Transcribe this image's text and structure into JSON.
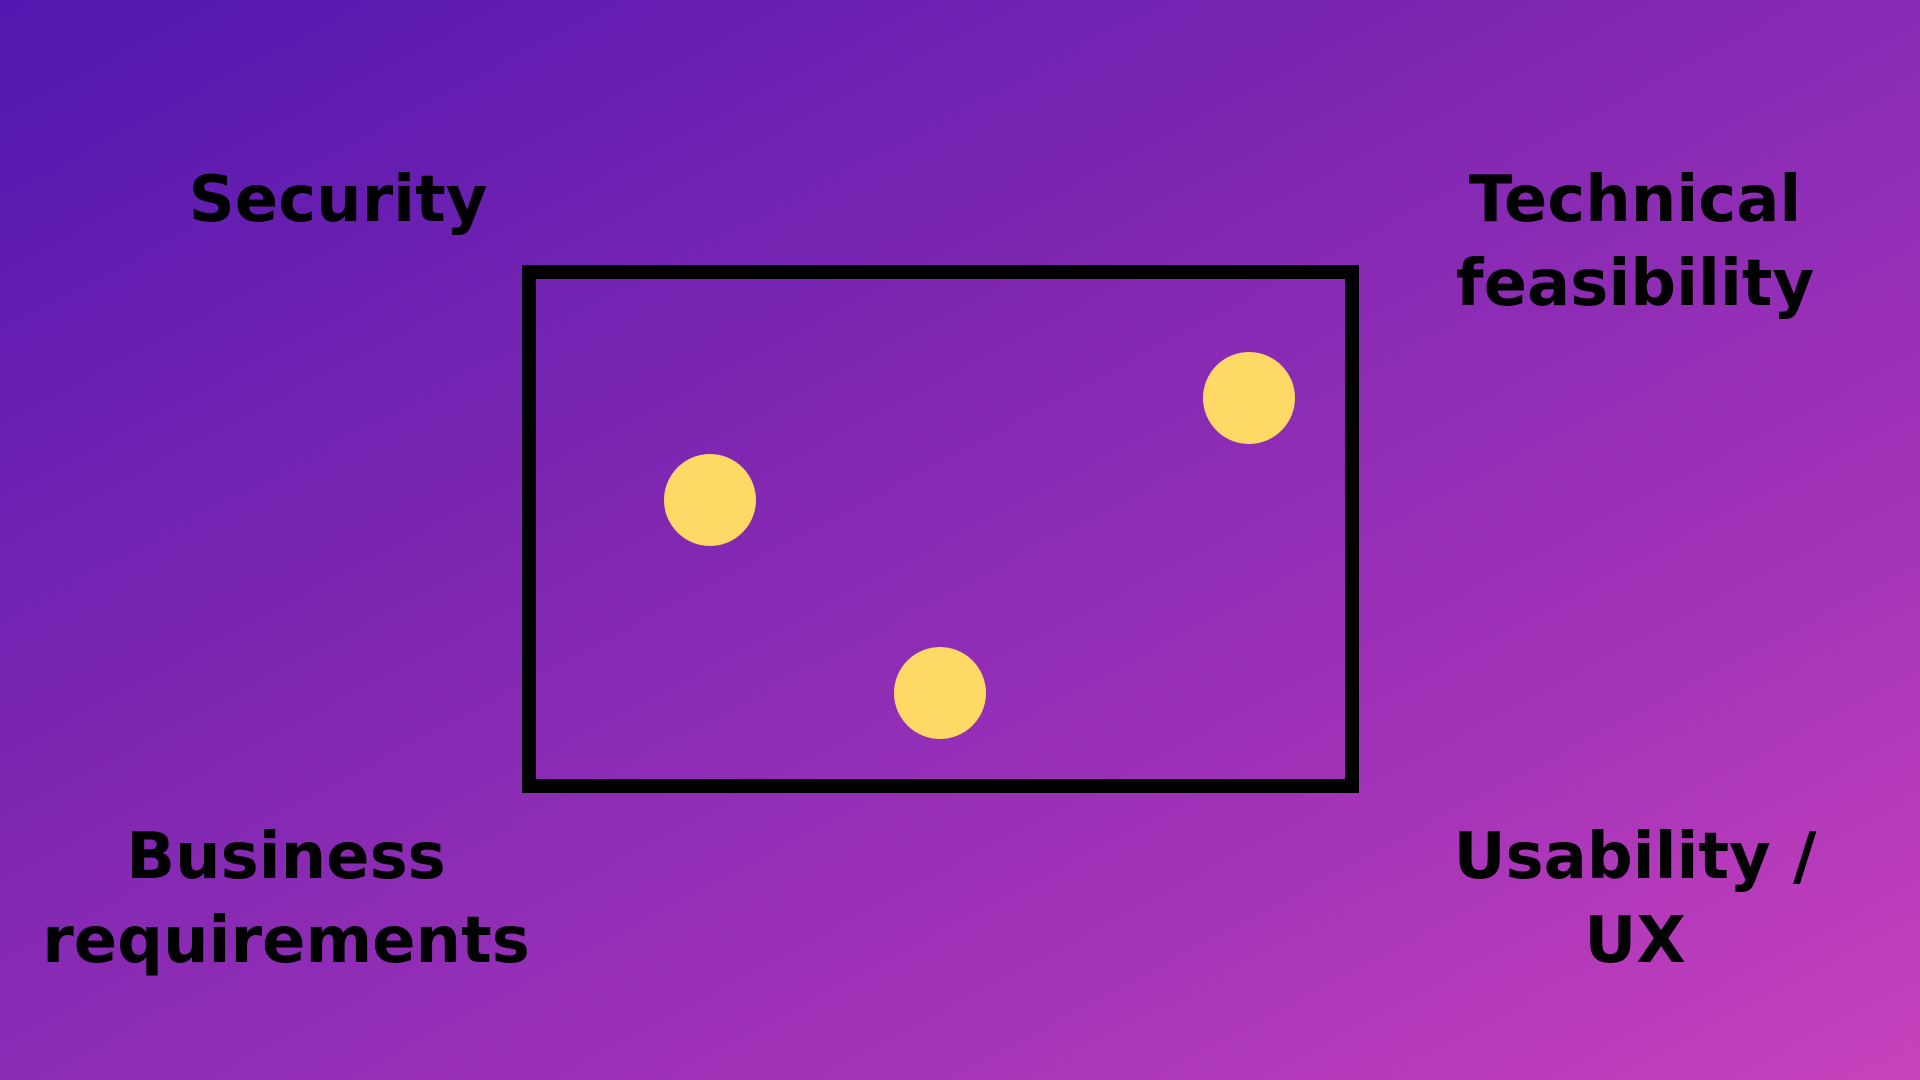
{
  "colors": {
    "background_start": "#5217b0",
    "background_end": "#c842bc",
    "frame": "#000000",
    "dots": "#ffd966",
    "text": "#000000"
  },
  "labels": {
    "top_left": [
      "Security"
    ],
    "top_right": [
      "Technical",
      "feasibility"
    ],
    "bottom_left": [
      "Business",
      "requirements"
    ],
    "bottom_right": [
      "Usability /",
      "UX"
    ]
  },
  "dots_count": 3
}
